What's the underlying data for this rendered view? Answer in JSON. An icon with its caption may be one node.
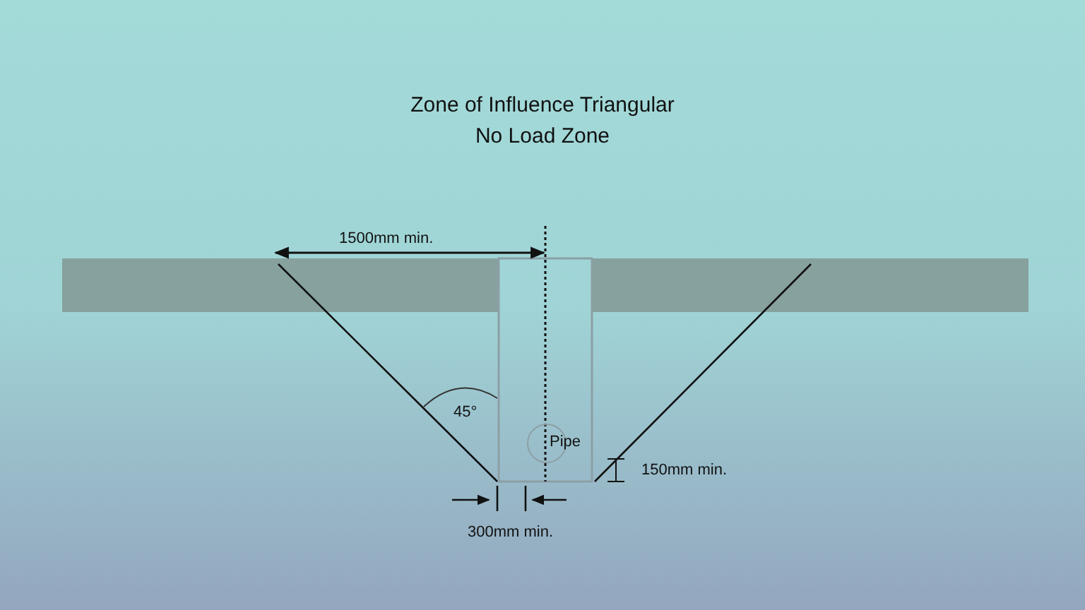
{
  "diagram": {
    "title": "Zone of Influence Triangular No Load Zone",
    "nodes": [
      {
        "text": [
          "Pipe"
        ]
      }
    ],
    "labels": [
      "1500mm min.",
      "45°",
      "150mm min.",
      "300mm min."
    ]
  }
}
